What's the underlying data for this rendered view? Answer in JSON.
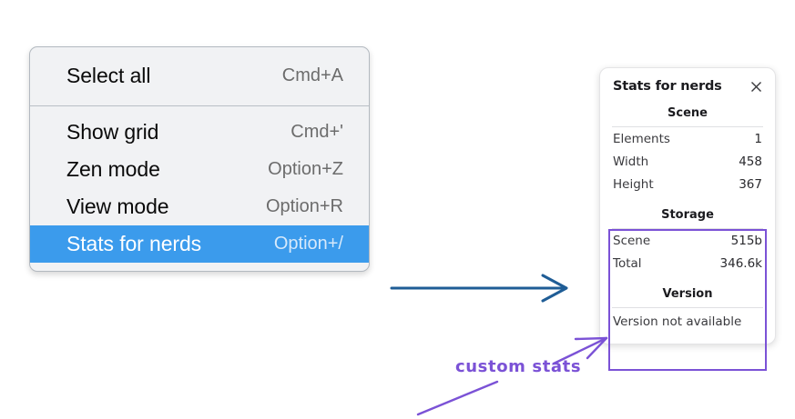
{
  "menu": {
    "groups": [
      {
        "items": [
          {
            "label": "Select all",
            "shortcut": "Cmd+A",
            "selected": false
          }
        ]
      },
      {
        "items": [
          {
            "label": "Show grid",
            "shortcut": "Cmd+'",
            "selected": false
          },
          {
            "label": "Zen mode",
            "shortcut": "Option+Z",
            "selected": false
          },
          {
            "label": "View mode",
            "shortcut": "Option+R",
            "selected": false
          },
          {
            "label": "Stats for nerds",
            "shortcut": "Option+/",
            "selected": true
          }
        ]
      }
    ],
    "highlight_color": "#3b9bec"
  },
  "stats_panel": {
    "title": "Stats for nerds",
    "close_icon": "close-icon",
    "sections": [
      {
        "heading": "Scene",
        "rows": [
          {
            "label": "Elements",
            "value": "1"
          },
          {
            "label": "Width",
            "value": "458"
          },
          {
            "label": "Height",
            "value": "367"
          }
        ]
      },
      {
        "heading": "Storage",
        "rows": [
          {
            "label": "Scene",
            "value": "515b"
          },
          {
            "label": "Total",
            "value": "346.6k"
          }
        ]
      },
      {
        "heading": "Version",
        "plain": "Version not available"
      }
    ]
  },
  "annotations": {
    "custom_stats_label": "custom stats",
    "purple": "#7b52d6",
    "blue_arrow_color": "#1f5d96"
  }
}
